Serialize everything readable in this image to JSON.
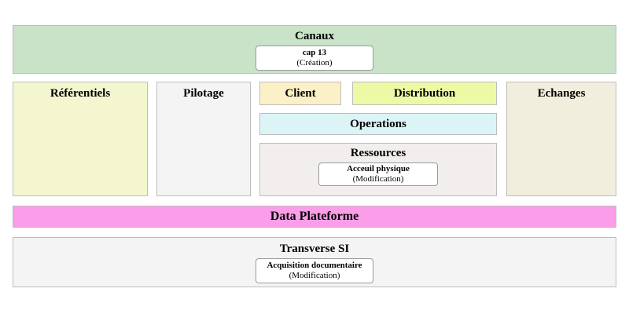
{
  "diagram": {
    "canaux": {
      "title": "Canaux",
      "card": {
        "title": "cap 13",
        "subtitle": "(Création)"
      }
    },
    "referentiels": {
      "title": "Référentiels"
    },
    "pilotage": {
      "title": "Pilotage"
    },
    "client": {
      "title": "Client"
    },
    "distribution": {
      "title": "Distribution"
    },
    "operations": {
      "title": "Operations"
    },
    "ressources": {
      "title": "Ressources",
      "card": {
        "title": "Acceuil physique",
        "subtitle": "(Modification)"
      }
    },
    "echanges": {
      "title": "Echanges"
    },
    "data_plateforme": {
      "title": "Data Plateforme"
    },
    "transverse_si": {
      "title": "Transverse SI",
      "card": {
        "title": "Acquisition documentaire",
        "subtitle": "(Modification)"
      }
    },
    "colors": {
      "canaux": "#c9e3c9",
      "referentiels": "#f4f6d0",
      "pilotage": "#f4f4f4",
      "client": "#fbf0c6",
      "distribution": "#eef9a6",
      "operations": "#dcf4f6",
      "ressources": "#f2eeee",
      "echanges": "#f2eedd",
      "data_plateforme": "#fb9de8",
      "transverse_si": "#f4f4f4"
    }
  }
}
